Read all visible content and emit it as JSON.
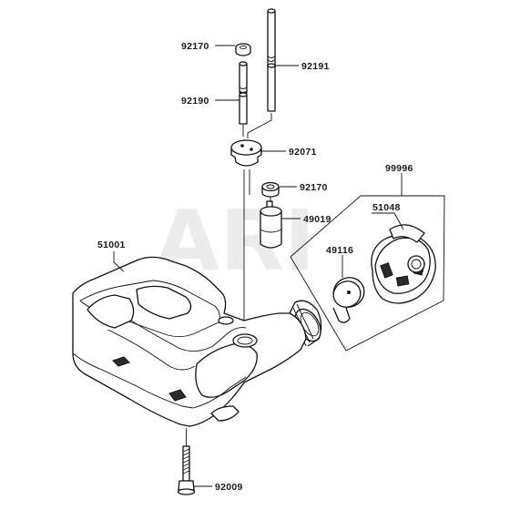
{
  "diagram": {
    "watermark": "ARI",
    "part_labels": {
      "p92170_top": "92170",
      "p92191": "92191",
      "p92190": "92190",
      "p92071": "92071",
      "p92170_mid": "92170",
      "p49019": "49019",
      "p99996": "99996",
      "p51048": "51048",
      "p49116": "49116",
      "p51001": "51001",
      "p92009": "92009"
    }
  }
}
